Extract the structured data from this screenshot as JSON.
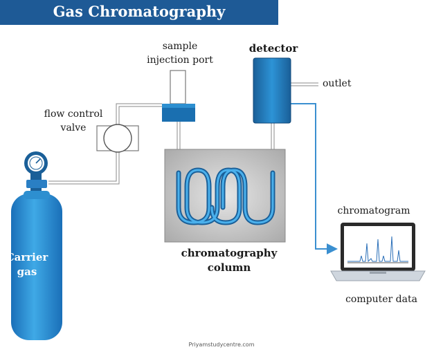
{
  "title": "Gas Chromatography",
  "labels": {
    "sample_injection_port": "sample\ninjection port",
    "detector": "detector",
    "outlet": "outlet",
    "flow_control_valve": "flow control\nvalve",
    "carrier_gas": "Carrier\ngas",
    "chromatography_column": "chromatography\ncolumn",
    "chromatogram": "chromatogram",
    "computer_data": "computer data"
  },
  "footer": "Priyamstudycentre.com",
  "colors": {
    "title_bg": "#1e5a96",
    "equipment_blue": "#2a8fd0",
    "equipment_dark": "#1a5f98",
    "oven_grey": "#c4c4c4",
    "arrow": "#3a8fd0"
  }
}
